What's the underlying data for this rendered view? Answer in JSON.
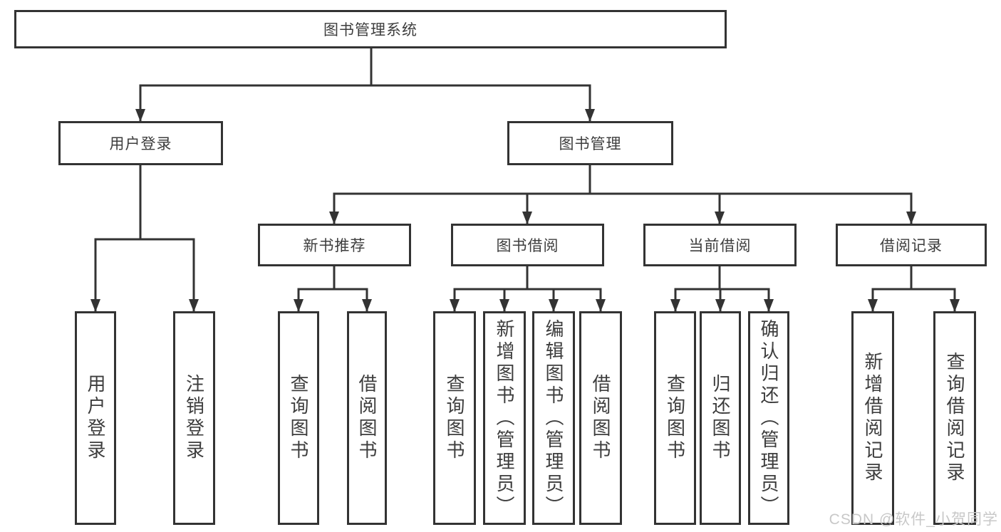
{
  "tree": {
    "label": "图书管理系统",
    "children": [
      {
        "label": "用户登录",
        "children": [
          {
            "label": "用户登录"
          },
          {
            "label": "注销登录"
          }
        ]
      },
      {
        "label": "图书管理",
        "children": [
          {
            "label": "新书推荐",
            "children": [
              {
                "label": "查询图书"
              },
              {
                "label": "借阅图书"
              }
            ]
          },
          {
            "label": "图书借阅",
            "children": [
              {
                "label": "查询图书"
              },
              {
                "label": "新增图书（管理员）"
              },
              {
                "label": "编辑图书（管理员）"
              },
              {
                "label": "借阅图书"
              }
            ]
          },
          {
            "label": "当前借阅",
            "children": [
              {
                "label": "查询图书"
              },
              {
                "label": "归还图书"
              },
              {
                "label": "确认归还（管理员）"
              }
            ]
          },
          {
            "label": "借阅记录",
            "children": [
              {
                "label": "新增借阅记录"
              },
              {
                "label": "查询借阅记录"
              }
            ]
          }
        ]
      }
    ]
  },
  "watermark": {
    "text": "CSDN @软件_小贺同学"
  },
  "colors": {
    "line": "#333333",
    "box_border": "#333333",
    "text": "#3d3d3d",
    "watermark": "#c8c8c8",
    "background": "#ffffff"
  }
}
